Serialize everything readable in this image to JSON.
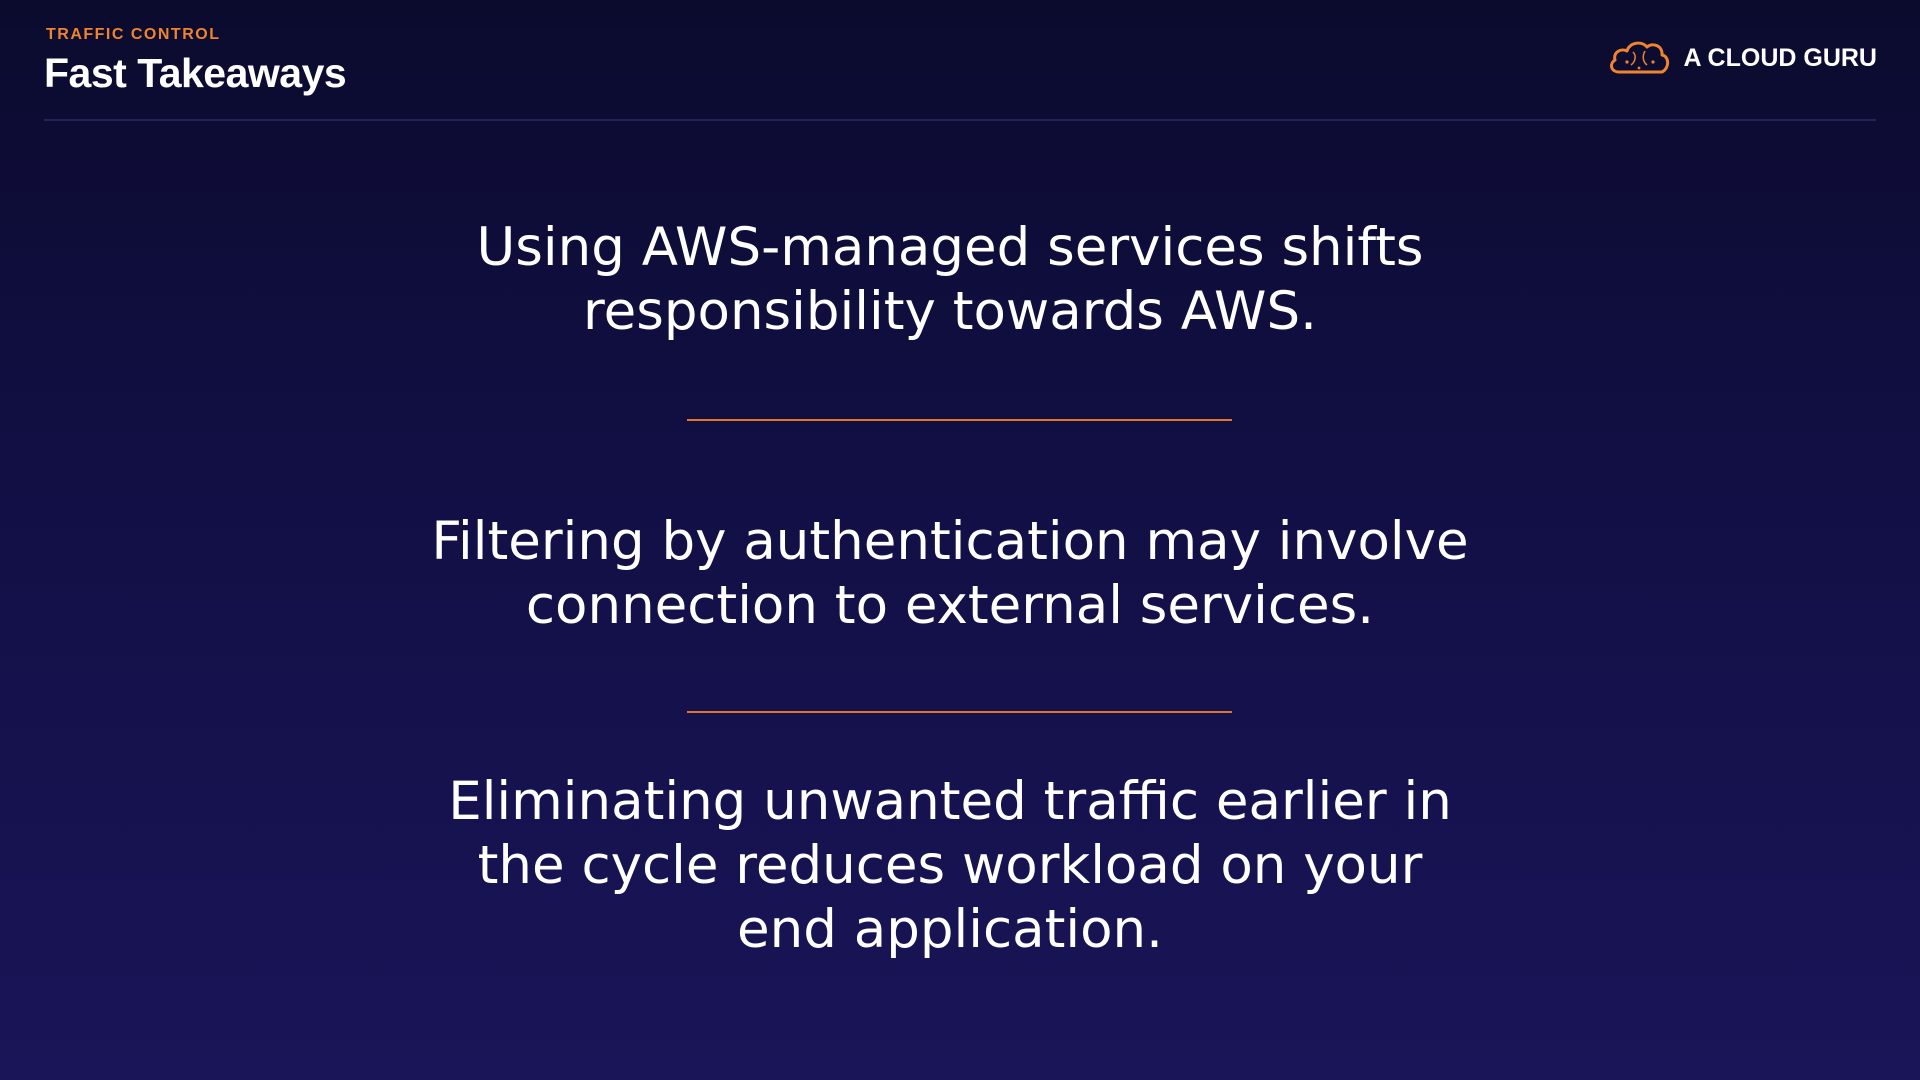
{
  "header": {
    "kicker": "TRAFFIC CONTROL",
    "title": "Fast Takeaways"
  },
  "brand": {
    "icon": "cloud-logo-icon",
    "name": "A CLOUD GURU"
  },
  "colors": {
    "accent": "#f0832d",
    "divider": "#e0762c",
    "background_top": "#0b0b2e",
    "background_bottom": "#1a1558",
    "text": "#ffffff"
  },
  "takeaways": [
    {
      "text": "Using AWS-managed services shifts\nresponsibility towards AWS."
    },
    {
      "text": "Filtering by authentication may involve\nconnection to external services."
    },
    {
      "text": "Eliminating unwanted traffic earlier in\nthe cycle reduces workload on your\nend application."
    }
  ]
}
